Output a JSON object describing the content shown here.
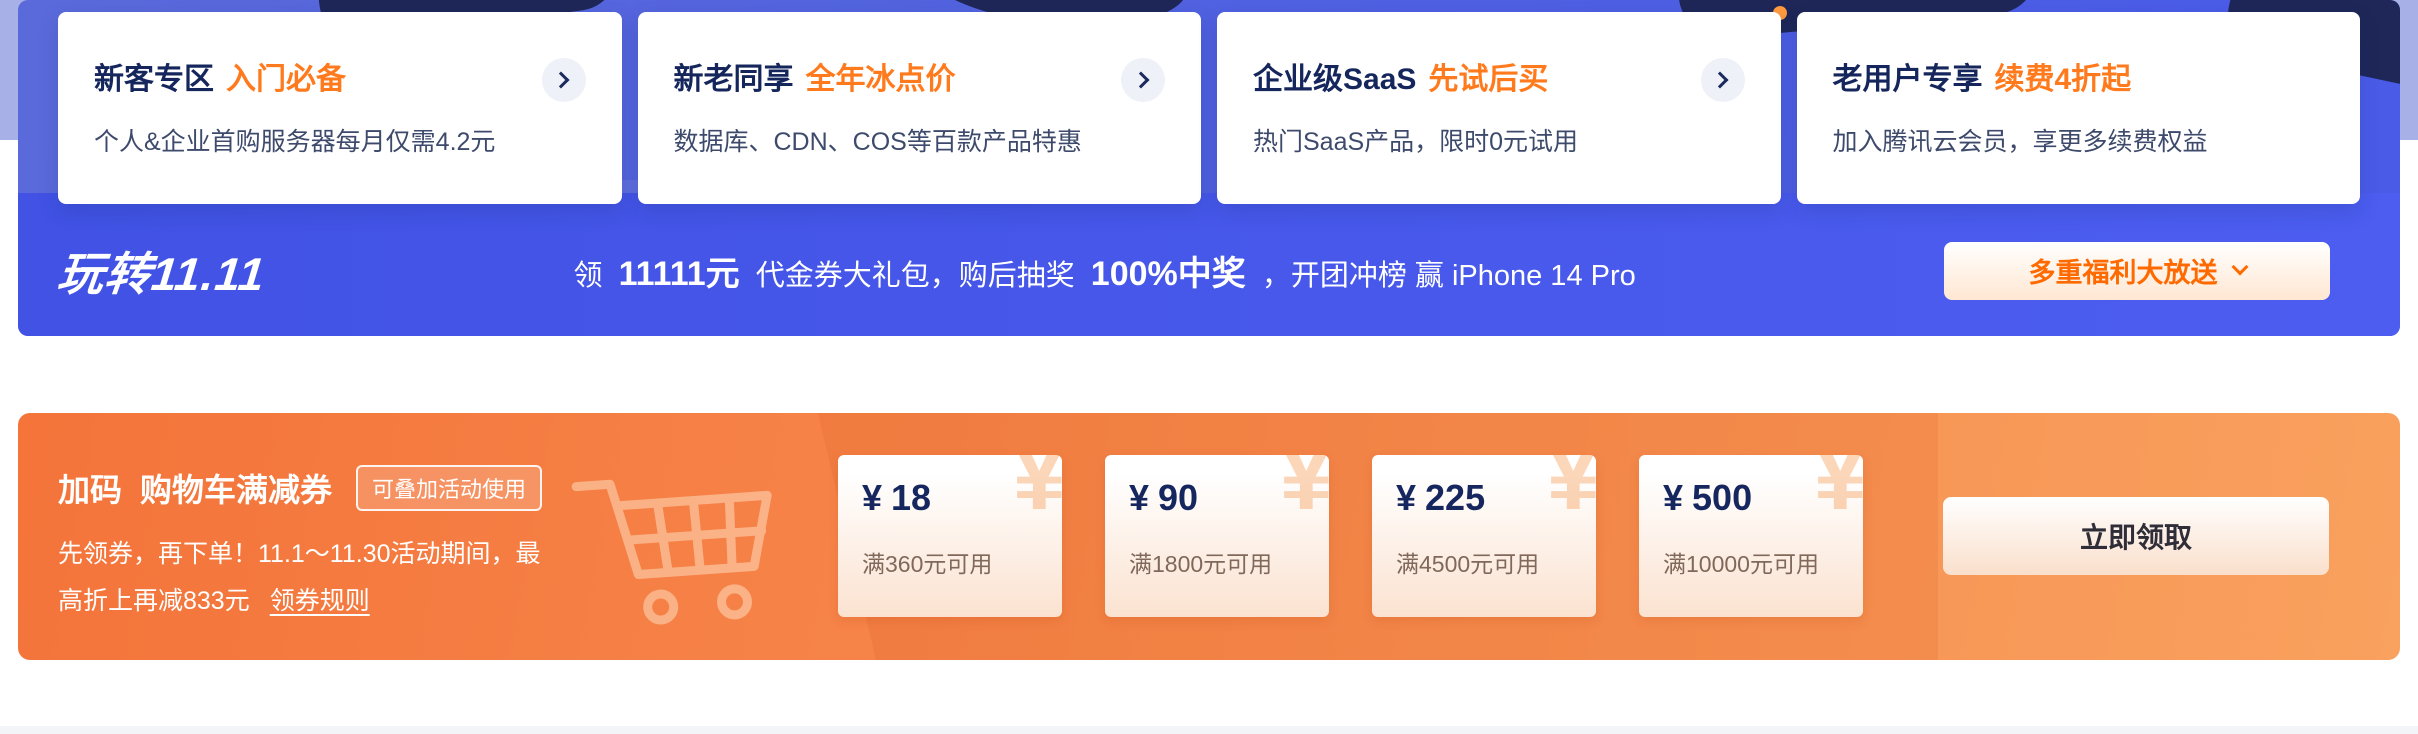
{
  "hero": {
    "cards": [
      {
        "title": "新客专区",
        "highlight": "入门必备",
        "subtitle": "个人&企业首购服务器每月仅需4.2元",
        "has_arrow": true
      },
      {
        "title": "新老同享",
        "highlight": "全年冰点价",
        "subtitle": "数据库、CDN、COS等百款产品特惠",
        "has_arrow": true
      },
      {
        "title": "企业级SaaS",
        "highlight": "先试后买",
        "subtitle": "热门SaaS产品，限时0元试用",
        "has_arrow": true
      },
      {
        "title": "老用户专享",
        "highlight": "续费4折起",
        "subtitle": "加入腾讯云会员，享更多续费权益",
        "has_arrow": false
      }
    ],
    "banner": {
      "title": "玩转11.11",
      "msg_lead": "领",
      "msg_amount": "11111元",
      "msg_mid": "代金券大礼包，购后抽奖",
      "msg_rate": "100%中奖",
      "msg_tail": "，开团冲榜 赢",
      "msg_prize": "iPhone 14 Pro",
      "button": "多重福利大放送"
    }
  },
  "coupon_section": {
    "title_lead": "加码",
    "title_main": "购物车满减券",
    "badge": "可叠加活动使用",
    "desc_line1": "先领券，再下单！11.1～11.30活动期间，最",
    "desc_line2": "高折上再减833元",
    "rules_link": "领券规则",
    "watermark": "¥",
    "coupons": [
      {
        "currency": "¥",
        "amount": "18",
        "condition": "满360元可用"
      },
      {
        "currency": "¥",
        "amount": "90",
        "condition": "满1800元可用"
      },
      {
        "currency": "¥",
        "amount": "225",
        "condition": "满4500元可用"
      },
      {
        "currency": "¥",
        "amount": "500",
        "condition": "满10000元可用"
      }
    ],
    "claim_button": "立即领取"
  },
  "colors": {
    "accent_orange": "#ff7a1c",
    "navy": "#15265c",
    "banner_blue": "#4a5be8",
    "coupon_orange": "#f5813f",
    "top_band": "#a7b1e7"
  }
}
